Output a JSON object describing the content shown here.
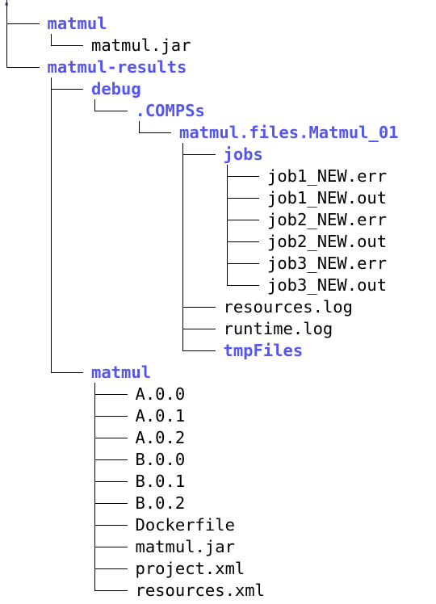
{
  "tree": {
    "root_label": ".",
    "colors": {
      "directory": "#5555f0",
      "file": "#000000",
      "connector": "#000000"
    },
    "nodes": [
      {
        "name": "matmul",
        "type": "dir",
        "children": [
          {
            "name": "matmul.jar",
            "type": "file"
          }
        ]
      },
      {
        "name": "matmul-results",
        "type": "dir",
        "children": [
          {
            "name": "debug",
            "type": "dir",
            "children": [
              {
                "name": ".COMPSs",
                "type": "dir",
                "children": [
                  {
                    "name": "matmul.files.Matmul_01",
                    "type": "dir",
                    "children": [
                      {
                        "name": "jobs",
                        "type": "dir",
                        "children": [
                          {
                            "name": "job1_NEW.err",
                            "type": "file"
                          },
                          {
                            "name": "job1_NEW.out",
                            "type": "file"
                          },
                          {
                            "name": "job2_NEW.err",
                            "type": "file"
                          },
                          {
                            "name": "job2_NEW.out",
                            "type": "file"
                          },
                          {
                            "name": "job3_NEW.err",
                            "type": "file"
                          },
                          {
                            "name": "job3_NEW.out",
                            "type": "file"
                          }
                        ]
                      },
                      {
                        "name": "resources.log",
                        "type": "file"
                      },
                      {
                        "name": "runtime.log",
                        "type": "file"
                      },
                      {
                        "name": "tmpFiles",
                        "type": "dir"
                      }
                    ]
                  }
                ]
              }
            ]
          },
          {
            "name": "matmul",
            "type": "dir",
            "children": [
              {
                "name": "A.0.0",
                "type": "file"
              },
              {
                "name": "A.0.1",
                "type": "file"
              },
              {
                "name": "A.0.2",
                "type": "file"
              },
              {
                "name": "B.0.0",
                "type": "file"
              },
              {
                "name": "B.0.1",
                "type": "file"
              },
              {
                "name": "B.0.2",
                "type": "file"
              },
              {
                "name": "Dockerfile",
                "type": "file"
              },
              {
                "name": "matmul.jar",
                "type": "file"
              },
              {
                "name": "project.xml",
                "type": "file"
              },
              {
                "name": "resources.xml",
                "type": "file"
              }
            ]
          }
        ]
      }
    ]
  }
}
